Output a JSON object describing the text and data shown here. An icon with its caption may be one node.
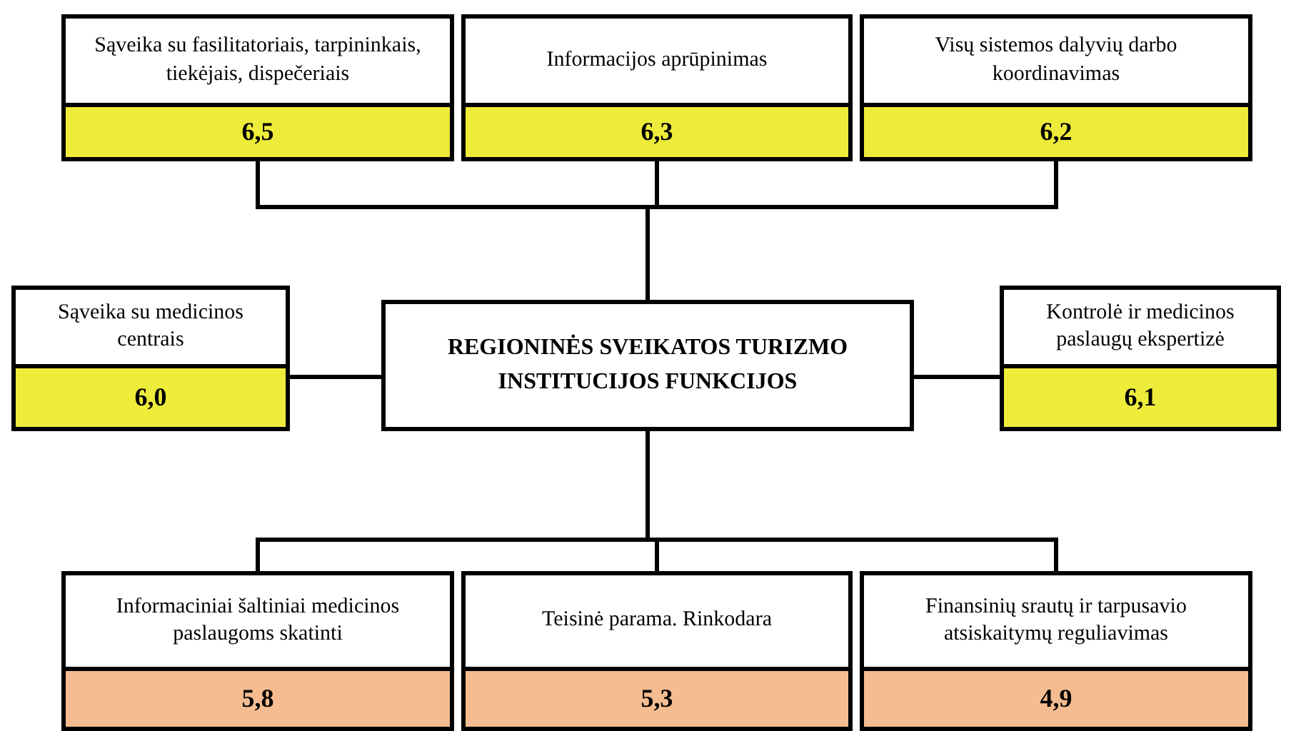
{
  "diagram": {
    "nodes": [
      {
        "text": [
          "Sąveika su fasilitatoriais, tarpininkais, tiekėjais, dispečeriais",
          "6,5"
        ]
      },
      {
        "text": [
          "Informacijos aprūpinimas",
          "6,3"
        ]
      },
      {
        "text": [
          "Visų sistemos dalyvių darbo koordinavimas",
          "6,2"
        ]
      },
      {
        "text": [
          "Sąveika su medicinos centrais",
          "6,0"
        ]
      },
      {
        "text": [
          "REGIONINĖS SVEIKATOS TURIZMO INSTITUCIJOS FUNKCIJOS"
        ]
      },
      {
        "text": [
          "Kontrolė ir medicinos paslaugų ekspertizė",
          "6,1"
        ]
      },
      {
        "text": [
          "Informaciniai šaltiniai medicinos paslaugoms skatinti",
          "5,8"
        ]
      },
      {
        "text": [
          "Teisinė parama. Rinkodara",
          "5,3"
        ]
      },
      {
        "text": [
          "Finansinių srautų ir tarpusavio atsiskaitymų reguliavimas",
          "4,9"
        ]
      }
    ],
    "edges": [
      {
        "from": 4,
        "to": 0,
        "arrow": "none"
      },
      {
        "from": 4,
        "to": 1,
        "arrow": "none"
      },
      {
        "from": 4,
        "to": 2,
        "arrow": "none"
      },
      {
        "from": 4,
        "to": 3,
        "arrow": "none"
      },
      {
        "from": 4,
        "to": 5,
        "arrow": "none"
      },
      {
        "from": 4,
        "to": 6,
        "arrow": "none"
      },
      {
        "from": 4,
        "to": 7,
        "arrow": "none"
      },
      {
        "from": 4,
        "to": 8,
        "arrow": "none"
      }
    ]
  }
}
